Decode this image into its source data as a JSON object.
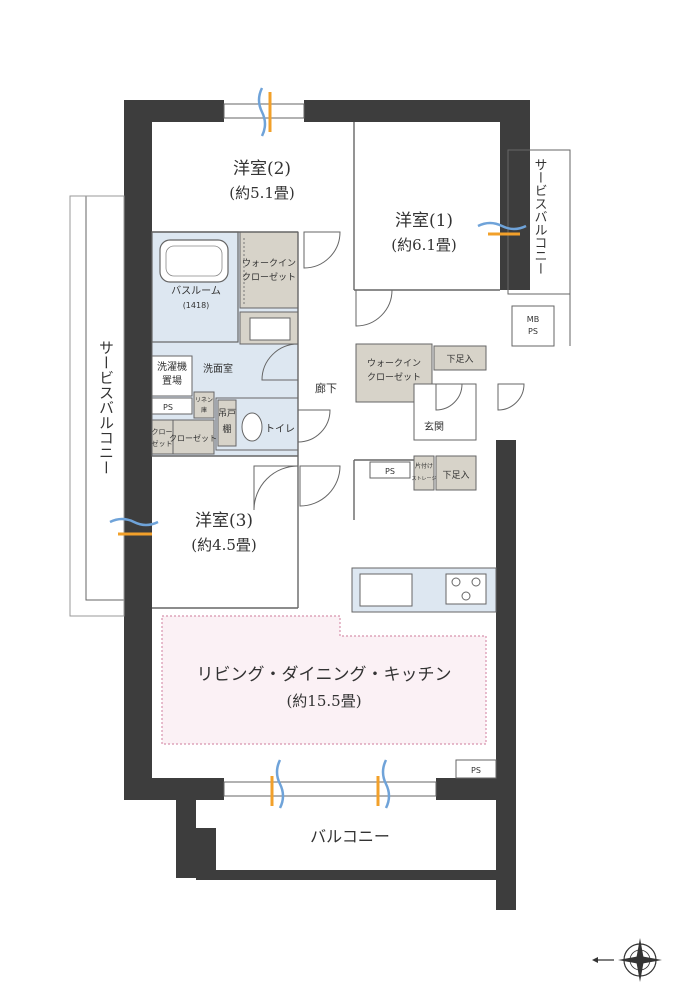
{
  "colors": {
    "wall": "#3d3d3d",
    "floor": "#ffffff",
    "wet_area": "#dde7f1",
    "storage": "#d7d3c9",
    "ldk": "#fbf1f5",
    "ldk_border": "#d893ae",
    "line": "#666666",
    "air_blue": "#6fa3d9",
    "air_orange": "#f2a02a"
  },
  "rooms": {
    "western_2": {
      "name": "洋室(2)",
      "size": "(約5.1畳)"
    },
    "western_1": {
      "name": "洋室(1)",
      "size": "(約6.1畳)"
    },
    "western_3": {
      "name": "洋室(3)",
      "size": "(約4.5畳)"
    },
    "ldk": {
      "name": "リビング・ダイニング・キッチン",
      "size": "(約15.5畳)"
    },
    "bath": {
      "name": "バスルーム",
      "size": "(1418)"
    },
    "washroom": "洗面室",
    "toilet": "トイレ",
    "corridor": "廊下",
    "entrance": "玄関",
    "balcony": "バルコニー",
    "service_balcony_left": "サービスバルコニー",
    "service_balcony_right": "サービスバルコニー"
  },
  "storage": {
    "wic_upper_line1": "ウォークイン",
    "wic_upper_line2": "クローゼット",
    "wic_mid_line1": "ウォークイン",
    "wic_mid_line2": "クローゼット",
    "washer_line1": "洗濯機",
    "washer_line2": "置場",
    "linen_line1": "リネン",
    "linen_line2": "庫",
    "toilet_shelf_line1": "吊戸",
    "toilet_shelf_line2": "棚",
    "closet_a_line1": "クロー",
    "closet_a_line2": "ゼット",
    "closet_b": "クローゼット",
    "shoe_box_upper": "下足入",
    "shoe_box_lower": "下足入",
    "storage_shelf_line1": "片付け",
    "storage_shelf_line2": "ストレージ"
  },
  "ps_labels": [
    "PS",
    "PS",
    "PS"
  ],
  "mb_ps": {
    "line1": "MB",
    "line2": "PS"
  }
}
